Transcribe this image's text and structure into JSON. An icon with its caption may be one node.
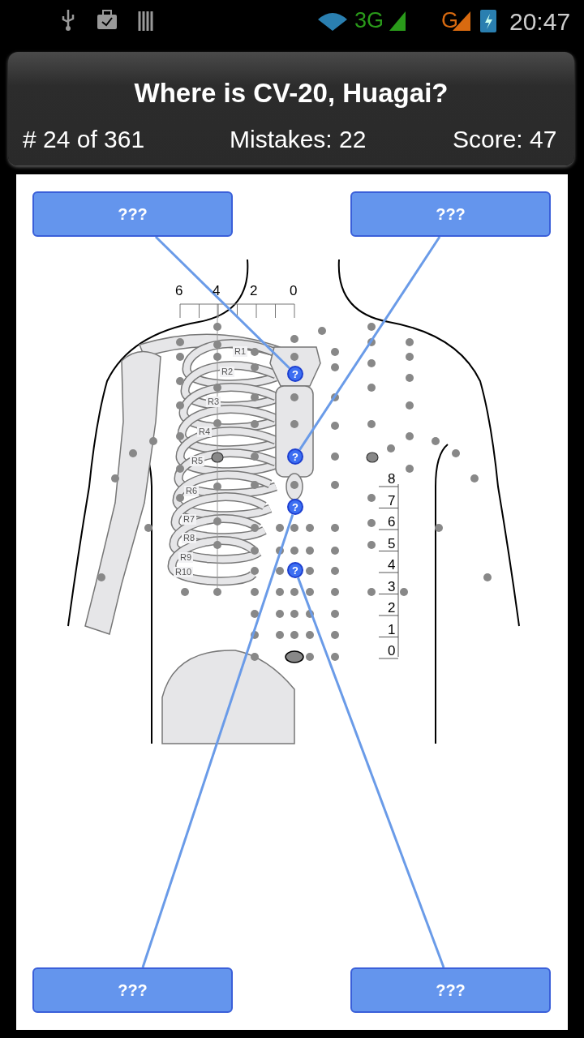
{
  "diagram": {
    "title": "Where is CV-20, Huagai?",
    "nodes": [
      {
        "text": [
          "???"
        ]
      },
      {
        "text": [
          "???"
        ]
      },
      {
        "text": [
          "?"
        ]
      },
      {
        "text": [
          "?"
        ]
      },
      {
        "text": [
          "?"
        ]
      },
      {
        "text": [
          "?"
        ]
      },
      {
        "text": [
          "???"
        ]
      },
      {
        "text": [
          "???"
        ]
      }
    ],
    "edges": [
      {
        "from": 0,
        "to": 2,
        "arrow": "none"
      },
      {
        "from": 1,
        "to": 3,
        "arrow": "none"
      },
      {
        "from": 6,
        "to": 4,
        "arrow": "none"
      },
      {
        "from": 7,
        "to": 5,
        "arrow": "none"
      }
    ],
    "labels": [
      "3G",
      "G",
      "20:47",
      "# 24 of 361",
      "Mistakes: 22",
      "Score: 47",
      "6",
      "4",
      "2",
      "0",
      "R1",
      "R2",
      "R3",
      "R4",
      "R5",
      "R6",
      "R7",
      "R8",
      "R9",
      "R10",
      "8",
      "7",
      "6",
      "5",
      "4",
      "3",
      "2",
      "1",
      "0"
    ]
  }
}
